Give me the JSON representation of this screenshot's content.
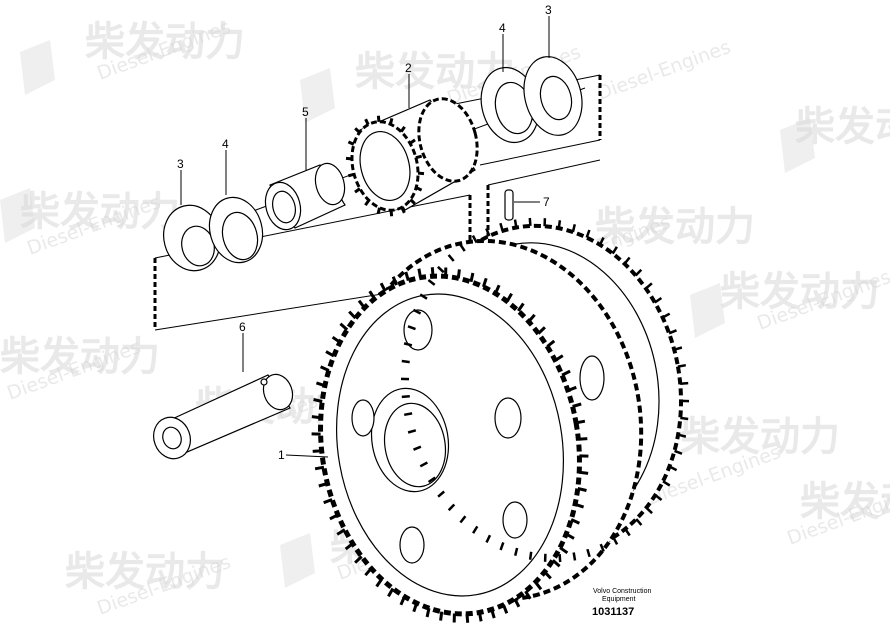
{
  "callouts": {
    "c1": "1",
    "c2": "2",
    "c3a": "3",
    "c3b": "3",
    "c4a": "4",
    "c4b": "4",
    "c5": "5",
    "c6": "6",
    "c7": "7"
  },
  "watermark": {
    "cn": "柴发动力",
    "en": "Diesel-Engines"
  },
  "footer": {
    "line1": "Volvo Construction",
    "line2": "Equipment",
    "number": "1031137"
  }
}
